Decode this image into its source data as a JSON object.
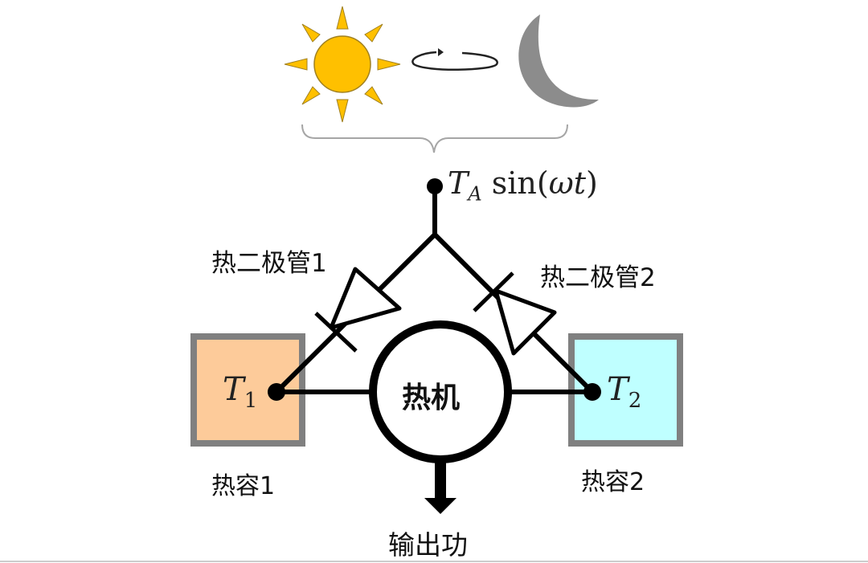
{
  "diagram": {
    "ambient": {
      "sun_icon": "sun-icon",
      "cycle_icon": "cycle-arrow-icon",
      "moon_icon": "moon-icon",
      "formula": {
        "var": "T",
        "sub": "A",
        "func": " sin(",
        "arg": "ωt",
        "close": ")"
      }
    },
    "diodes": [
      {
        "label": "热二极管1"
      },
      {
        "label": "热二极管2"
      }
    ],
    "capacitors": [
      {
        "var": "T",
        "sub": "1",
        "label": "热容1",
        "fill": "#FDCB9A"
      },
      {
        "var": "T",
        "sub": "2",
        "label": "热容2",
        "fill": "#BFFFFF"
      }
    ],
    "engine": {
      "label": "热机"
    },
    "output": {
      "label": "输出功"
    },
    "colors": {
      "sun": "#FFC000",
      "sun_outline": "#A08020",
      "moon": "#8C8C8C",
      "box_border": "#808080",
      "wire": "#000000",
      "brace": "#A6A6A6"
    }
  }
}
